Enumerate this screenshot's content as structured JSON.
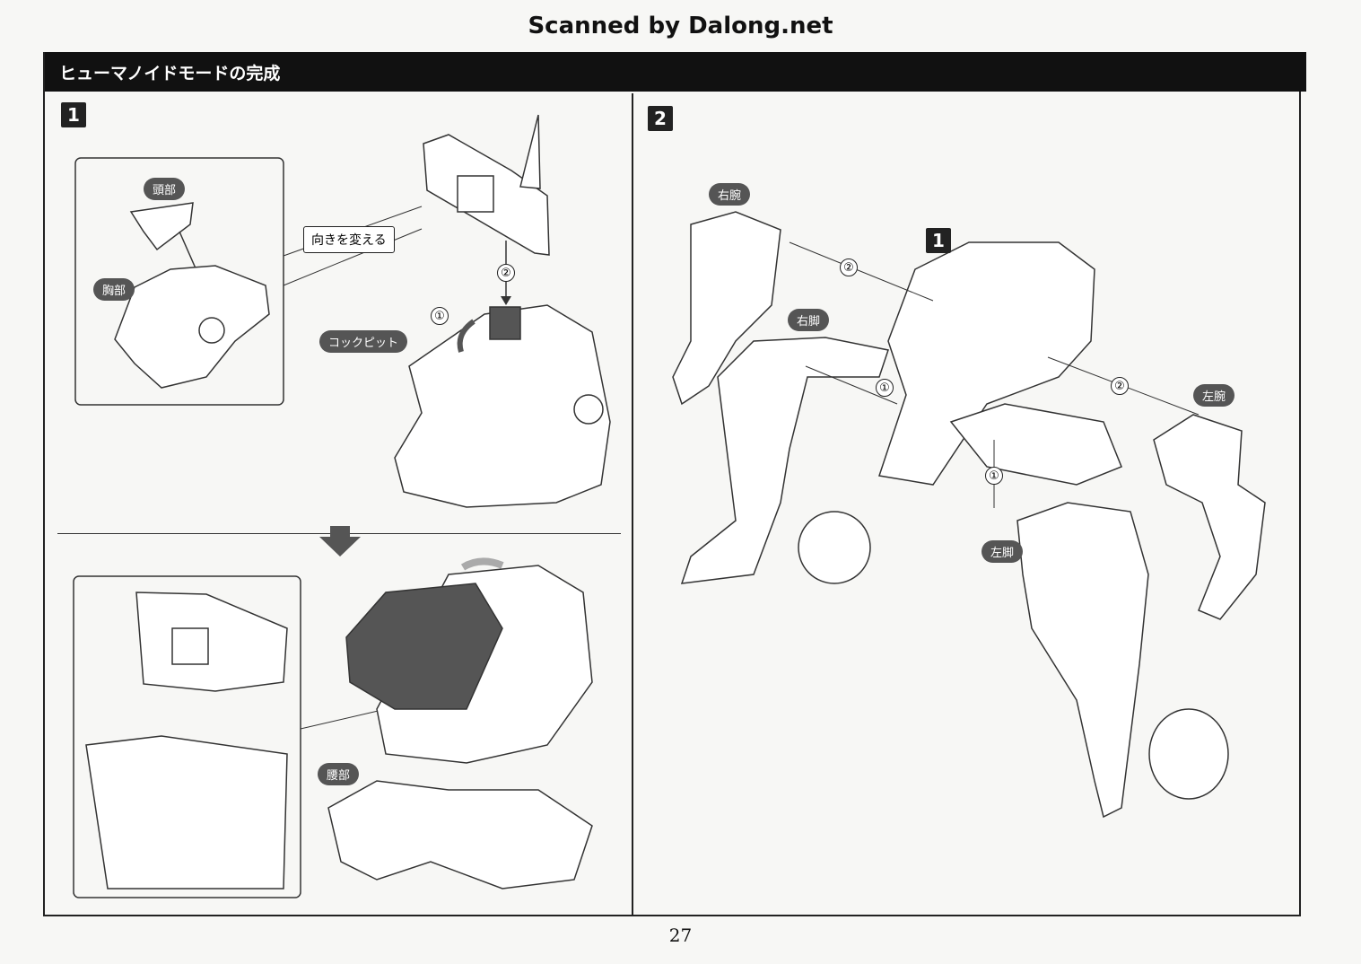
{
  "scan_credit": "Scanned by Dalong.net",
  "section_title": "ヒューマノイドモードの完成",
  "steps": [
    {
      "number": "1"
    },
    {
      "number": "2"
    }
  ],
  "step1": {
    "labels": {
      "head": "頭部",
      "chest": "胸部",
      "change_direction": "向きを変える",
      "cockpit": "コックピット",
      "waist": "腰部"
    },
    "order_marks": [
      "②",
      "①"
    ]
  },
  "step2": {
    "labels": {
      "right_arm": "右腕",
      "right_leg": "右脚",
      "left_arm": "左腕",
      "left_leg": "左脚"
    },
    "sub_step_ref": "1",
    "order_marks": [
      "②",
      "①",
      "②",
      "①"
    ]
  },
  "page_number": "27",
  "colors": {
    "title_bar": "#111111",
    "label_pill": "#555555",
    "highlight_part": "#555555"
  }
}
